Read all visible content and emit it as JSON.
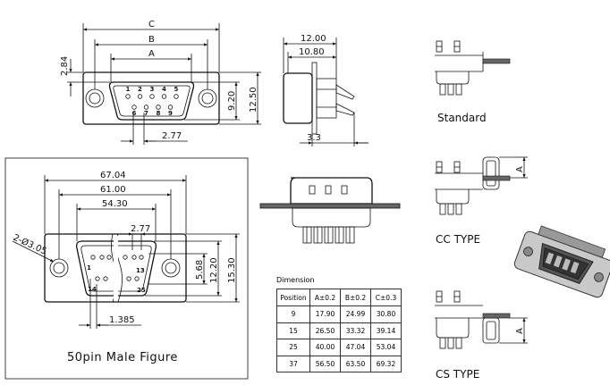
{
  "top_view": {
    "dim_c": "C",
    "dim_b": "B",
    "dim_a": "A",
    "dim_left": "2.84",
    "dim_920": "9.20",
    "dim_1250": "12.50",
    "dim_277": "2.77",
    "pins_top": [
      "1",
      "2",
      "3",
      "4",
      "5"
    ],
    "pins_bottom": [
      "6",
      "7",
      "8",
      "9"
    ]
  },
  "side_view": {
    "dim_1200": "12.00",
    "dim_1080": "10.80",
    "dim_33": "3.3"
  },
  "male_view": {
    "dim_6704": "67.04",
    "dim_6100": "61.00",
    "dim_5430": "54.30",
    "dim_277": "2.77",
    "dim_hole": "2-Ø3.05",
    "dim_568": "5.68",
    "dim_1220": "12.20",
    "dim_1530": "15.30",
    "dim_1385": "1.385",
    "pin_labels": [
      "1",
      "13",
      "14",
      "25"
    ],
    "caption": "50pin Male Figure"
  },
  "type_labels": {
    "standard": "Standard",
    "cc": "CC TYPE",
    "cs": "CS TYPE",
    "cc_a": "A",
    "cs_a": "A"
  },
  "table": {
    "title": "Dimension",
    "headers": [
      "Position",
      "A±0.2",
      "B±0.2",
      "C±0.3"
    ],
    "rows": [
      [
        "9",
        "17.90",
        "24.99",
        "30.80"
      ],
      [
        "15",
        "26.50",
        "33.32",
        "39.14"
      ],
      [
        "25",
        "40.00",
        "47.04",
        "53.04"
      ],
      [
        "37",
        "56.50",
        "63.50",
        "69.32"
      ]
    ]
  }
}
